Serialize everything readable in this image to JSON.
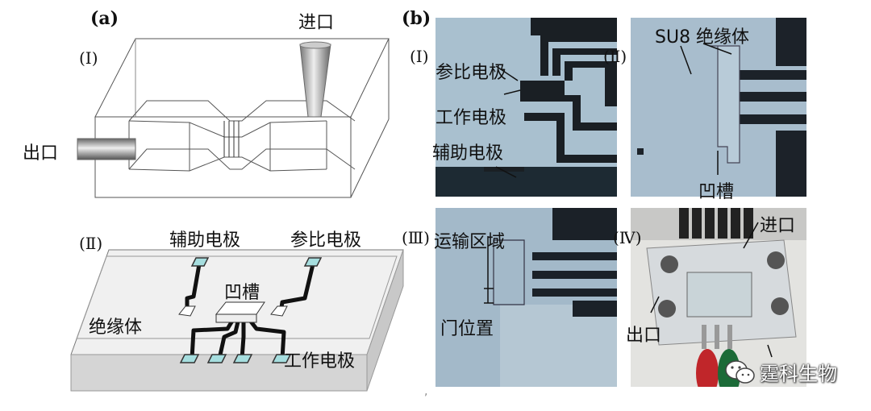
{
  "panel_a": {
    "letter": "(a)",
    "part1": {
      "roman": "(Ⅰ)",
      "inlet": "进口",
      "outlet": "出口"
    },
    "part2": {
      "roman": "(Ⅱ)",
      "aux_electrode": "辅助电极",
      "ref_electrode": "参比电极",
      "groove": "凹槽",
      "insulator": "绝缘体",
      "work_electrode": "工作电极"
    }
  },
  "panel_b": {
    "letter": "(b)",
    "p1": {
      "roman": "(Ⅰ)",
      "ref": "参比电极",
      "work": "工作电极",
      "aux": "辅助电极"
    },
    "p2": {
      "roman": "(Ⅱ)",
      "su8": "SU8 绝缘体",
      "groove": "凹槽"
    },
    "p3": {
      "roman": "(Ⅲ)",
      "transport": "运输区域",
      "gate": "门位置"
    },
    "p4": {
      "roman": "(Ⅳ)",
      "inlet": "进口",
      "outlet": "出口"
    }
  },
  "watermark": {
    "text": "霆科生物",
    "icon": "wechat-icon"
  },
  "footnote": ","
}
